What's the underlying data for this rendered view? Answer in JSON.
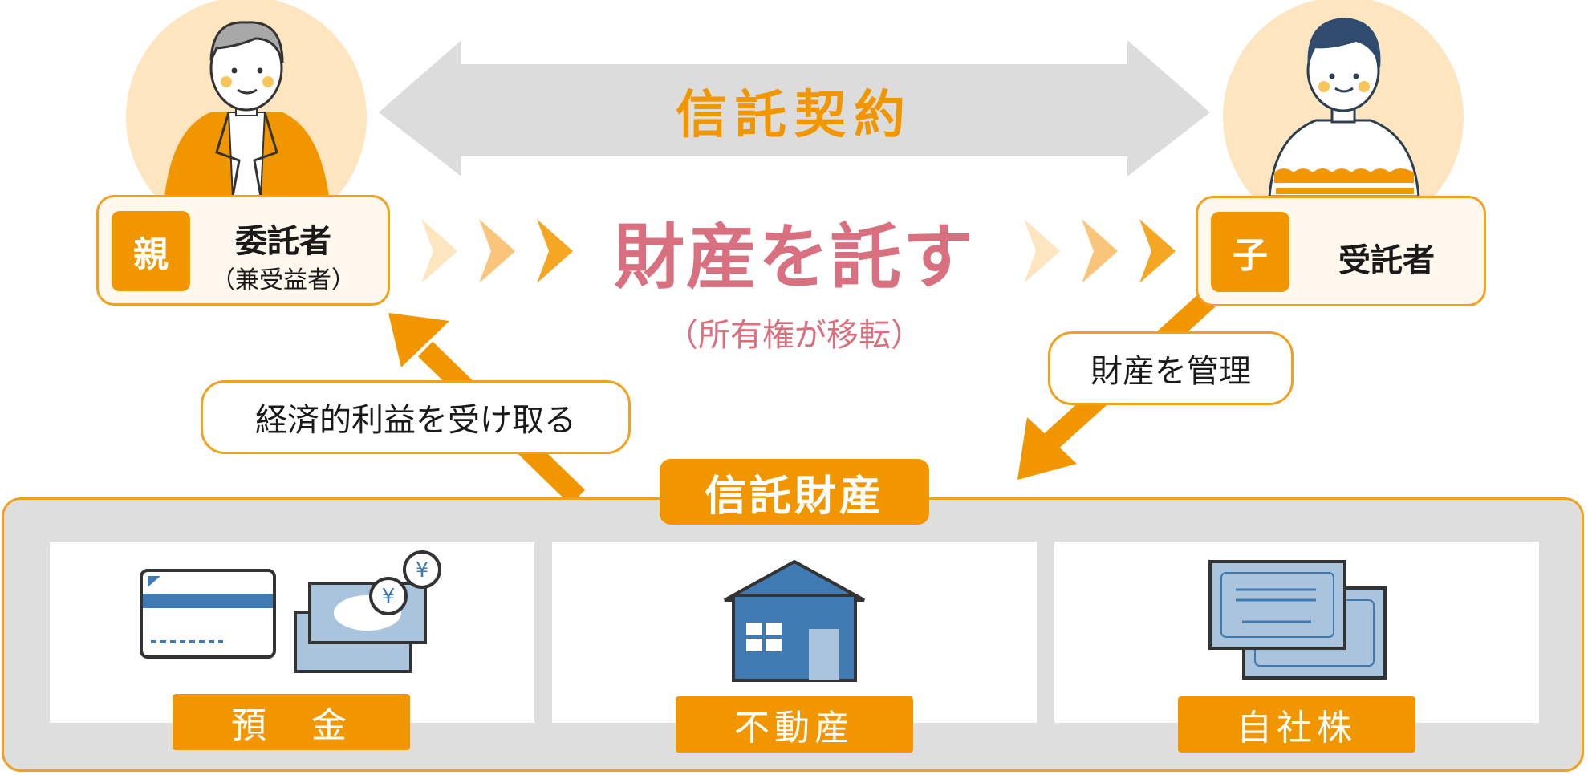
{
  "contract": {
    "label": "信託契約"
  },
  "settlor": {
    "badge": "親",
    "role": "委託者",
    "sub": "（兼受益者）"
  },
  "trustee": {
    "badge": "子",
    "role": "受託者"
  },
  "entrust": {
    "label": "財産を託す",
    "sub": "（所有権が移転）"
  },
  "flows": {
    "benefit": "経済的利益を受け取る",
    "manage": "財産を管理"
  },
  "trust_property": {
    "title": "信託財産",
    "assets": [
      {
        "label": "預　金",
        "icon": "bank-card-cash-icon"
      },
      {
        "label": "不動産",
        "icon": "house-icon"
      },
      {
        "label": "自社株",
        "icon": "stock-certificate-icon"
      }
    ]
  },
  "colors": {
    "orange": "#f29600",
    "pink": "#d9707f",
    "gray_arrow": "#dcdcdc",
    "blue": "#3f7ab3",
    "light_blue": "#a9c4dc",
    "peach": "#fde5c0"
  }
}
